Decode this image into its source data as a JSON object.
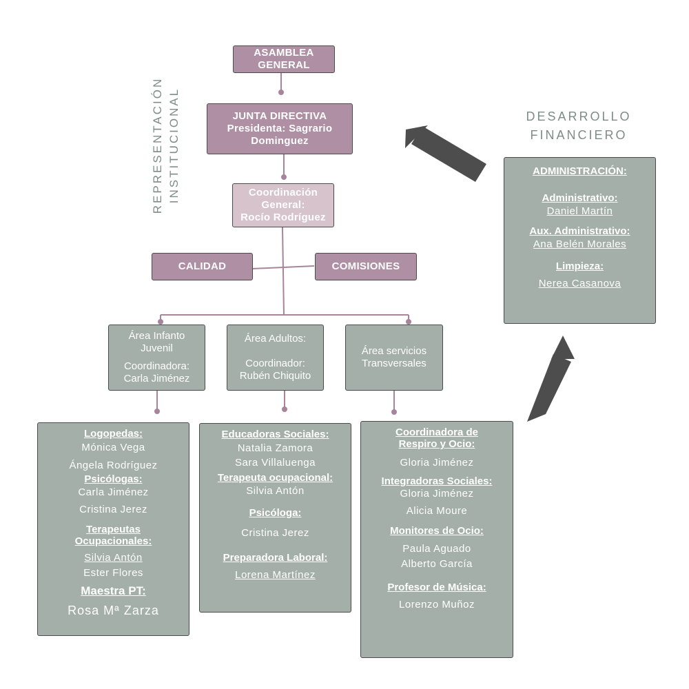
{
  "side_labels": {
    "left_line1": "REPRESENTACIÓN",
    "left_line2": "INSTITUCIONAL",
    "right_line1": "DESARROLLO",
    "right_line2": "FINANCIERO"
  },
  "asamblea": {
    "line1": "ASAMBLEA",
    "line2": "GENERAL"
  },
  "junta": {
    "line1": "JUNTA DIRECTIVA",
    "line2": "Presidenta: Sagrario",
    "line3": "Dominguez"
  },
  "coordinacion": {
    "line1": "Coordinación",
    "line2": "General:",
    "line3": "Rocío Rodríguez"
  },
  "calidad": "CALIDAD",
  "comisiones": "COMISIONES",
  "areas": {
    "infanto": {
      "line1": "Área Infanto",
      "line2": "Juvenil",
      "line3": "Coordinadora:",
      "line4": "Carla Jiménez"
    },
    "adultos": {
      "line1": "Área Adultos:",
      "line2": "Coordinador:",
      "line3": "Rubén Chiquito"
    },
    "transversales": {
      "line1": "Área servicios",
      "line2": "Transversales"
    }
  },
  "infanto_team": {
    "logopedas_hd": "Logopedas:",
    "logopedas": [
      "Mónica Vega",
      "Ángela Rodríguez"
    ],
    "psicologas_hd": "Psicólogas:",
    "psicologas": [
      "Carla Jiménez",
      "Cristina Jerez"
    ],
    "terapeutas_hd1": "Terapeutas",
    "terapeutas_hd2": "Ocupacionales:",
    "terapeutas": [
      "Silvia Antón",
      "Ester Flores"
    ],
    "maestra_hd": "Maestra PT:",
    "maestra": "Rosa Mª Zarza"
  },
  "adultos_team": {
    "educadoras_hd": "Educadoras Sociales:",
    "educadoras": [
      "Natalia Zamora",
      "Sara Villaluenga"
    ],
    "terapeuta_hd": "Terapeuta ocupacional:",
    "terapeuta": "Silvia Antón",
    "psicologa_hd": "Psicóloga:",
    "psicologa": "Cristina Jerez",
    "preparadora_hd": "Preparadora Laboral:",
    "preparadora": "Lorena Martínez"
  },
  "transversales_team": {
    "coord_hd1": "Coordinadora de",
    "coord_hd2": "Respiro y Ocio:",
    "coord": "Gloria Jiménez",
    "integradoras_hd": "Integradoras Sociales:",
    "integradoras": [
      "Gloria Jiménez",
      "Alicia Moure"
    ],
    "monitores_hd": "Monitores de Ocio:",
    "monitores": [
      "Paula Aguado",
      "Alberto García"
    ],
    "profesor_hd": "Profesor de Música:",
    "profesor": "Lorenzo Muñoz"
  },
  "administracion": {
    "title": "ADMINISTRACIÓN:",
    "administrativo_hd": "Administrativo:",
    "administrativo": "Daniel Martín",
    "aux_hd": "Aux. Administrativo:",
    "aux": "Ana Belén Morales",
    "limpieza_hd": "Limpieza:",
    "limpieza": "Nerea Casanova"
  },
  "colors": {
    "mauve": "#ae8fa4",
    "mauve_light": "#d6c3cc",
    "sage": "#a3afa8",
    "arrow": "#4d4d4d",
    "label": "#7e8c88"
  }
}
